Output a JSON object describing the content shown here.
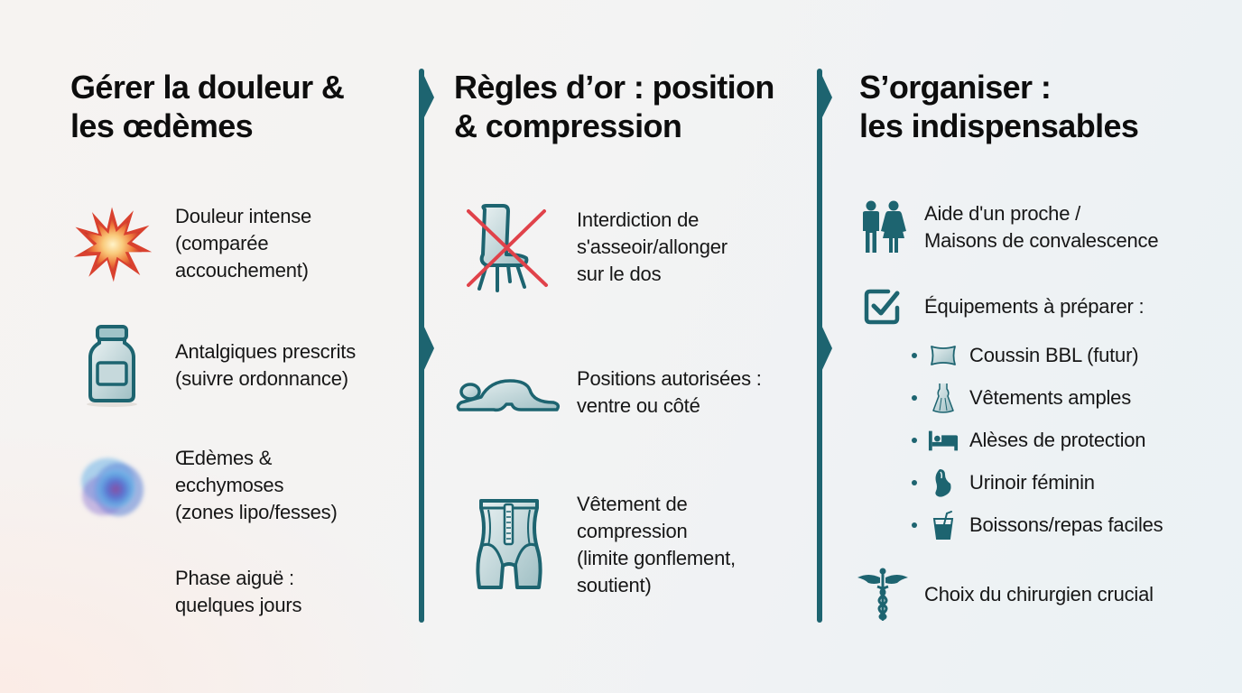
{
  "theme": {
    "accent": "#1d6470",
    "text": "#111111",
    "cross_red": "#e0424a"
  },
  "columns": [
    {
      "heading_line1": "Gérer la douleur &",
      "heading_line2": "les œdèmes",
      "items": [
        {
          "icon": "explosion-icon",
          "lines": [
            "Douleur intense",
            "(comparée",
            "accouchement)"
          ]
        },
        {
          "icon": "medicine-bottle-icon",
          "lines": [
            "Antalgiques prescrits",
            "(suivre ordonnance)"
          ]
        },
        {
          "icon": "bruise-icon",
          "lines": [
            "Œdèmes &",
            "ecchymoses",
            "(zones lipo/fesses)"
          ]
        },
        {
          "icon": "",
          "lines": [
            "Phase aiguë :",
            "quelques jours"
          ]
        }
      ]
    },
    {
      "heading_line1": "Règles d’or : position",
      "heading_line2": "& compression",
      "items": [
        {
          "icon": "no-sitting-chair-icon",
          "lines": [
            "Interdiction de",
            "s'asseoir/allonger",
            "sur le dos"
          ]
        },
        {
          "icon": "lying-prone-icon",
          "lines": [
            "Positions autorisées :",
            "ventre ou côté"
          ]
        },
        {
          "icon": "compression-garment-icon",
          "lines": [
            "Vêtement de",
            "compression",
            "(limite gonflement,",
            "soutient)"
          ]
        }
      ]
    },
    {
      "heading_line1": "S’organiser :",
      "heading_line2": "les indispensables",
      "items": [
        {
          "icon": "people-icon",
          "lines": [
            "Aide d'un proche /",
            "Maisons de convalescence"
          ]
        },
        {
          "icon": "checkbox-icon",
          "lines": [
            "Équipements à préparer :"
          ]
        },
        {
          "icon": "caduceus-icon",
          "lines": [
            "Choix du chirurgien crucial"
          ]
        }
      ],
      "equipment": [
        {
          "icon": "pillow-icon",
          "label": "Coussin BBL (futur)"
        },
        {
          "icon": "dress-icon",
          "label": "Vêtements amples"
        },
        {
          "icon": "bed-icon",
          "label": "Alèses de protection"
        },
        {
          "icon": "urinal-icon",
          "label": "Urinoir féminin"
        },
        {
          "icon": "drink-icon",
          "label": "Boissons/repas faciles"
        }
      ]
    }
  ]
}
